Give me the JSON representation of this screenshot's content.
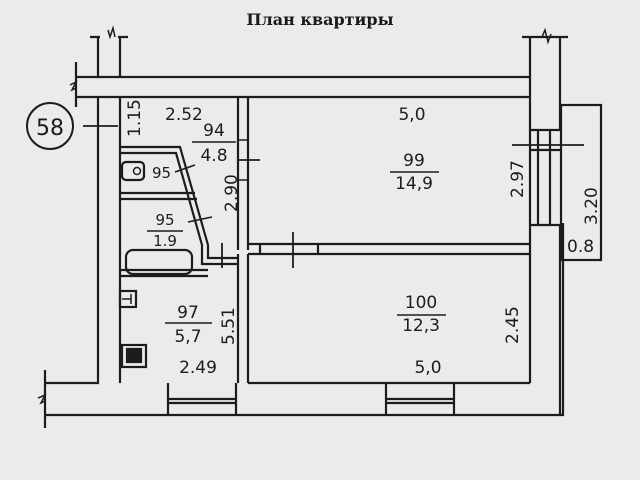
{
  "title": "План квартиры",
  "apartment_number": "58",
  "rooms": [
    {
      "id": "corridor",
      "label_no": "94",
      "area": "4.8",
      "width_label": "2.52",
      "length_label": "1.15"
    },
    {
      "id": "toilet",
      "label_no": "95"
    },
    {
      "id": "bathroom",
      "label_no": "95",
      "area": "1.9"
    },
    {
      "id": "kitchen",
      "label_no": "97",
      "area": "5,7",
      "width_label": "2.49",
      "length_label": "5.51"
    },
    {
      "id": "room-large",
      "label_no": "99",
      "area": "14,9",
      "width_label": "5,0",
      "length_label": "2.97"
    },
    {
      "id": "room-small",
      "label_no": "100",
      "area": "12,3",
      "width_label": "5,0",
      "length_label": "2.45"
    }
  ],
  "dimensions": {
    "corridor_depth": "2.90",
    "balcony_length": "3.20",
    "balcony_width": "0.8"
  }
}
